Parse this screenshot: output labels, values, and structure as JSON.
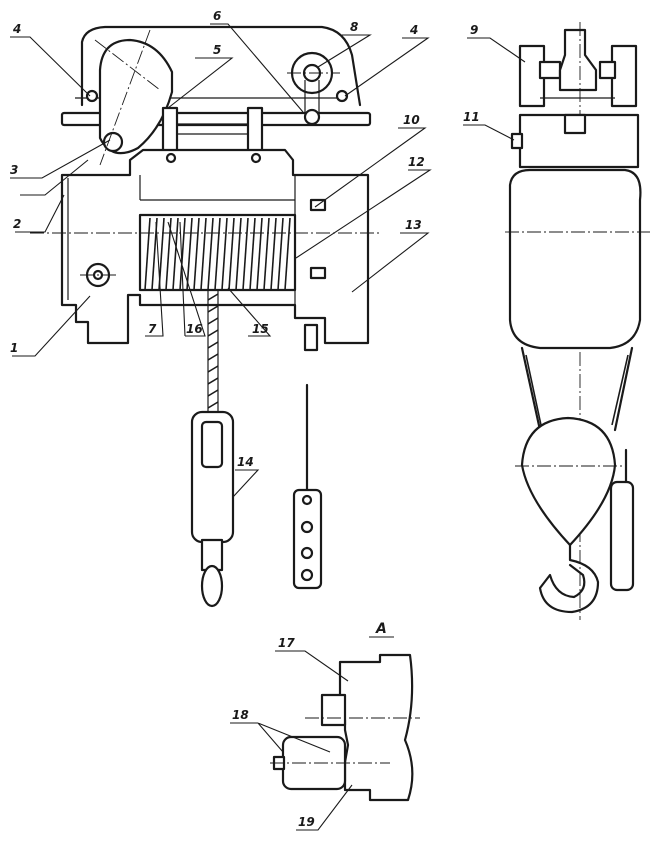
{
  "labels": {
    "l1": "1",
    "l2": "2",
    "l3": "3",
    "l4a": "4",
    "l4b": "4",
    "l5": "5",
    "l6": "6",
    "l7": "7",
    "l8": "8",
    "l9": "9",
    "l10": "10",
    "l11": "11",
    "l12": "12",
    "l13": "13",
    "l14": "14",
    "l15": "15",
    "l16": "16",
    "l17": "17",
    "l18": "18",
    "l19": "19",
    "viewA": "A"
  }
}
